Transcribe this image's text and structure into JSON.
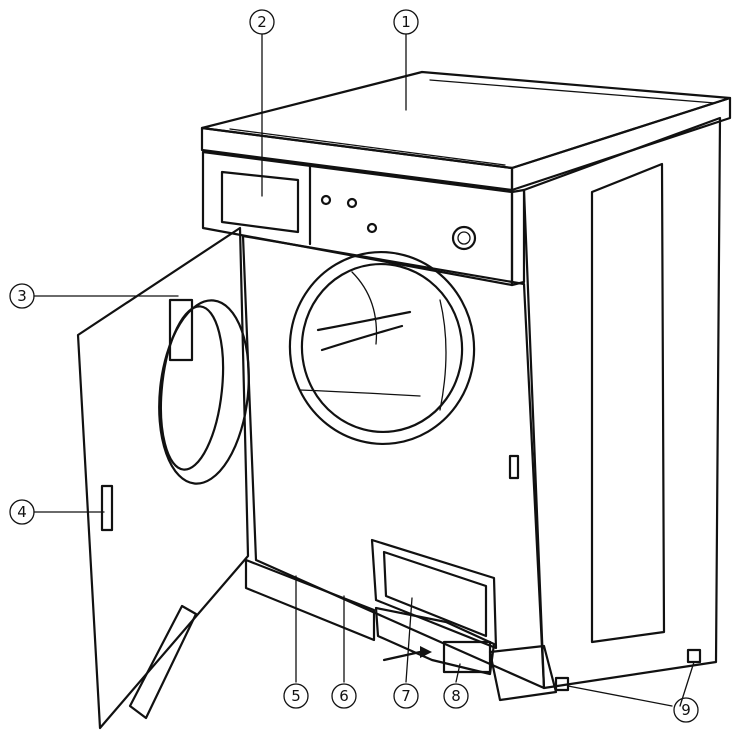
{
  "callouts": [
    {
      "label": "1",
      "part": "top-cover"
    },
    {
      "label": "2",
      "part": "control-display-window"
    },
    {
      "label": "3",
      "part": "door-filter-latch"
    },
    {
      "label": "4",
      "part": "door-lock"
    },
    {
      "label": "5",
      "part": "rating-plate"
    },
    {
      "label": "6",
      "part": "plinth-grille"
    },
    {
      "label": "7",
      "part": "condenser-cover"
    },
    {
      "label": "8",
      "part": "water-container"
    },
    {
      "label": "9",
      "part": "adjustable-foot"
    }
  ],
  "colors": {
    "ink": "#111111",
    "paper": "#ffffff",
    "shade": "#dcdcdc"
  }
}
